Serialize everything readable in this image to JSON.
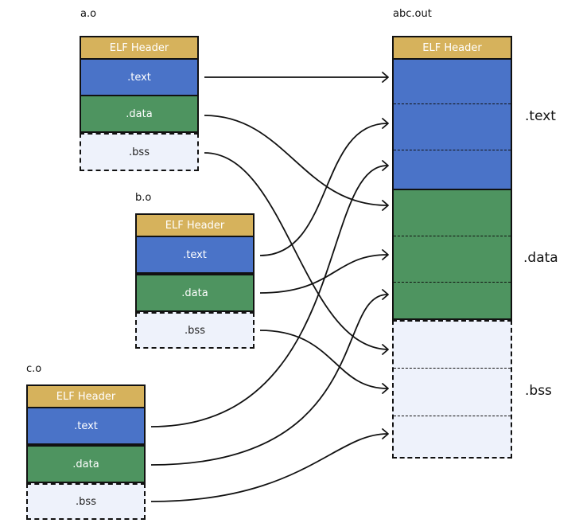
{
  "objects": [
    {
      "name": "a.o",
      "header": "ELF Header",
      "text": ".text",
      "data": ".data",
      "bss": ".bss"
    },
    {
      "name": "b.o",
      "header": "ELF Header",
      "text": ".text",
      "data": ".data",
      "bss": ".bss"
    },
    {
      "name": "c.o",
      "header": "ELF Header",
      "text": ".text",
      "data": ".data",
      "bss": ".bss"
    }
  ],
  "output": {
    "name": "abc.out",
    "header": "ELF Header",
    "text_label": ".text",
    "data_label": ".data",
    "bss_label": ".bss"
  }
}
